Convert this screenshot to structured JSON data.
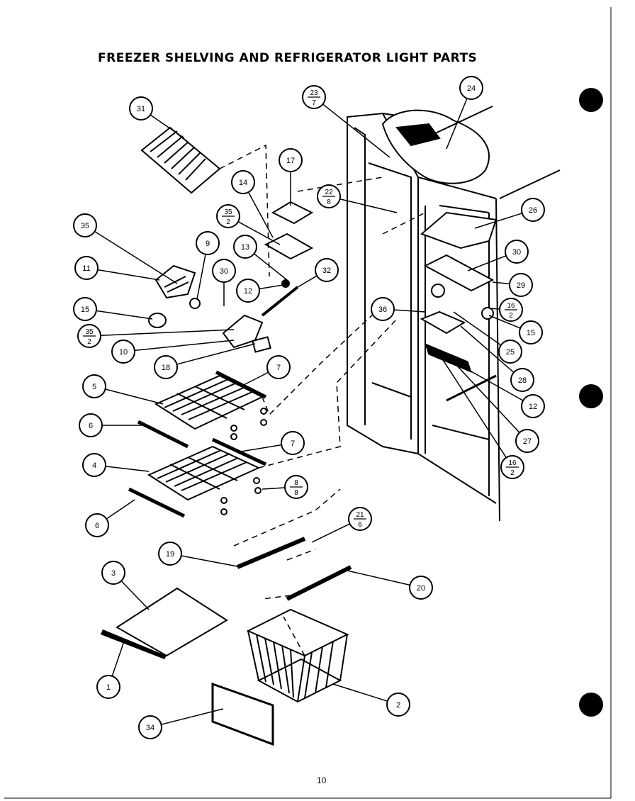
{
  "title": "FREEZER SHELVING AND REFRIGERATOR LIGHT PARTS",
  "page_number": "10",
  "callouts": [
    {
      "id": "c31",
      "top": "31"
    },
    {
      "id": "c23",
      "top": "23",
      "bottom": "7"
    },
    {
      "id": "c24",
      "top": "24"
    },
    {
      "id": "c17",
      "top": "17"
    },
    {
      "id": "c14",
      "top": "14"
    },
    {
      "id": "c22",
      "top": "22",
      "bottom": "8"
    },
    {
      "id": "c26",
      "top": "26"
    },
    {
      "id": "c35a",
      "top": "35"
    },
    {
      "id": "c35b",
      "top": "35",
      "bottom": "2"
    },
    {
      "id": "c9",
      "top": "9"
    },
    {
      "id": "c13",
      "top": "13"
    },
    {
      "id": "c30a",
      "top": "30"
    },
    {
      "id": "c32",
      "top": "32"
    },
    {
      "id": "c30b",
      "top": "30"
    },
    {
      "id": "c11",
      "top": "11"
    },
    {
      "id": "c12a",
      "top": "12"
    },
    {
      "id": "c29",
      "top": "29"
    },
    {
      "id": "c15a",
      "top": "15"
    },
    {
      "id": "c36",
      "top": "36"
    },
    {
      "id": "c16a",
      "top": "16",
      "bottom": "2"
    },
    {
      "id": "c35c",
      "top": "35",
      "bottom": "2"
    },
    {
      "id": "c15b",
      "top": "15"
    },
    {
      "id": "c10",
      "top": "10"
    },
    {
      "id": "c25",
      "top": "25"
    },
    {
      "id": "c18",
      "top": "18"
    },
    {
      "id": "c28",
      "top": "28"
    },
    {
      "id": "c7a",
      "top": "7"
    },
    {
      "id": "c5",
      "top": "5"
    },
    {
      "id": "c12b",
      "top": "12"
    },
    {
      "id": "c6a",
      "top": "6"
    },
    {
      "id": "c27",
      "top": "27"
    },
    {
      "id": "c7b",
      "top": "7"
    },
    {
      "id": "c4",
      "top": "4"
    },
    {
      "id": "c16b",
      "top": "16",
      "bottom": "2"
    },
    {
      "id": "c8",
      "top": "8",
      "bottom": "8"
    },
    {
      "id": "c6b",
      "top": "6"
    },
    {
      "id": "c21",
      "top": "21",
      "bottom": "6"
    },
    {
      "id": "c19",
      "top": "19"
    },
    {
      "id": "c3",
      "top": "3"
    },
    {
      "id": "c20",
      "top": "20"
    },
    {
      "id": "c1",
      "top": "1"
    },
    {
      "id": "c2",
      "top": "2"
    },
    {
      "id": "c34",
      "top": "34"
    }
  ]
}
